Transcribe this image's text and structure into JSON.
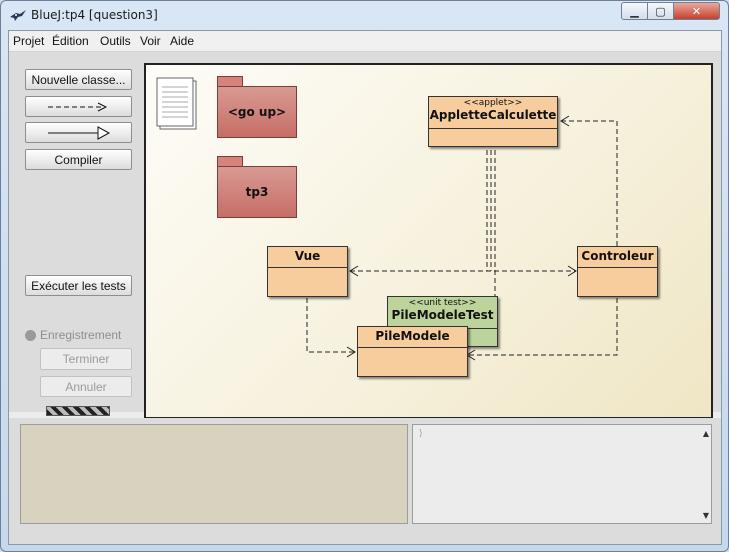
{
  "window": {
    "title": "BlueJ:tp4  [question3]",
    "minimize": "▁",
    "maximize": "▢",
    "close": "✕"
  },
  "menu": [
    "Projet",
    "Édition",
    "Outils",
    "Voir",
    "Aide"
  ],
  "toolbar": {
    "new_class": "Nouvelle classe...",
    "dep_arrow": "- - - ->",
    "inherit_arrow": "———▷",
    "compile": "Compiler",
    "run_tests": "Exécuter les tests",
    "recording": "Enregistrement",
    "finish": "Terminer",
    "cancel": "Annuler"
  },
  "diagram": {
    "packages": [
      "<go up>",
      "tp3"
    ],
    "classes": [
      {
        "id": "applette",
        "name": "AppletteCalculette",
        "stereotype": "<<applet>>"
      },
      {
        "id": "vue",
        "name": "Vue",
        "stereotype": ""
      },
      {
        "id": "controleur",
        "name": "Controleur",
        "stereotype": ""
      },
      {
        "id": "pilemodeletest",
        "name": "PileModeleTest",
        "stereotype": "<<unit test>>"
      },
      {
        "id": "pilemodele",
        "name": "PileModele",
        "stereotype": ""
      }
    ]
  },
  "colors": {
    "class_fill": "#f7cd9e",
    "test_fill": "#bcd39b",
    "package_fill": "#d08880",
    "canvas_bg": "#f6f0db"
  },
  "icons": {
    "app": "bluej-bird-icon",
    "readme": "readme-document-icon"
  }
}
